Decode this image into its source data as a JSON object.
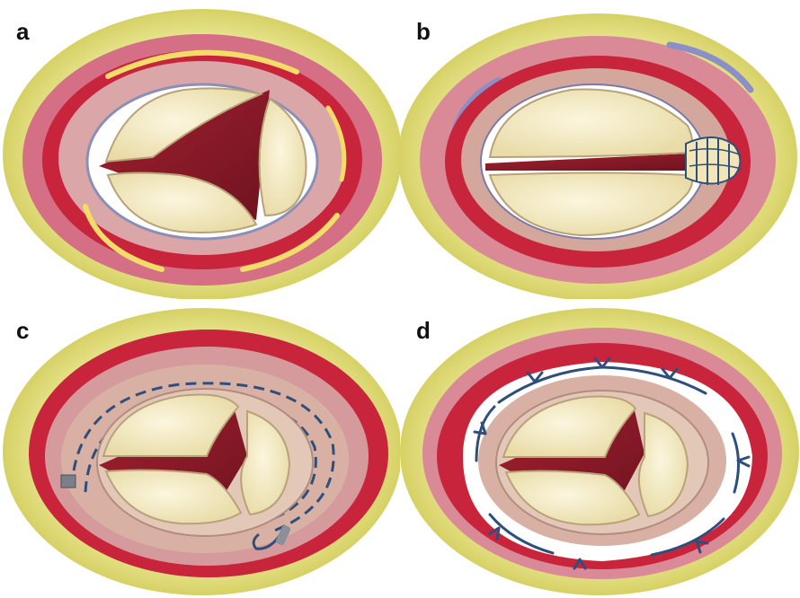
{
  "panels": [
    {
      "label": "a"
    },
    {
      "label": "b"
    },
    {
      "label": "c"
    },
    {
      "label": "d"
    }
  ],
  "colors": {
    "fat": "#e3e07a",
    "muscle": "#c8243b",
    "annulus": "#d9a7a0",
    "leaflet": "#f4ecc6",
    "orifice": "#8b1a26",
    "suture": "#2e4f7c",
    "pledget": "#ffffff"
  },
  "icons": [
    "valve-illustration",
    "suture-stitch-icon",
    "pledget-icon",
    "tourniquet-icon"
  ]
}
